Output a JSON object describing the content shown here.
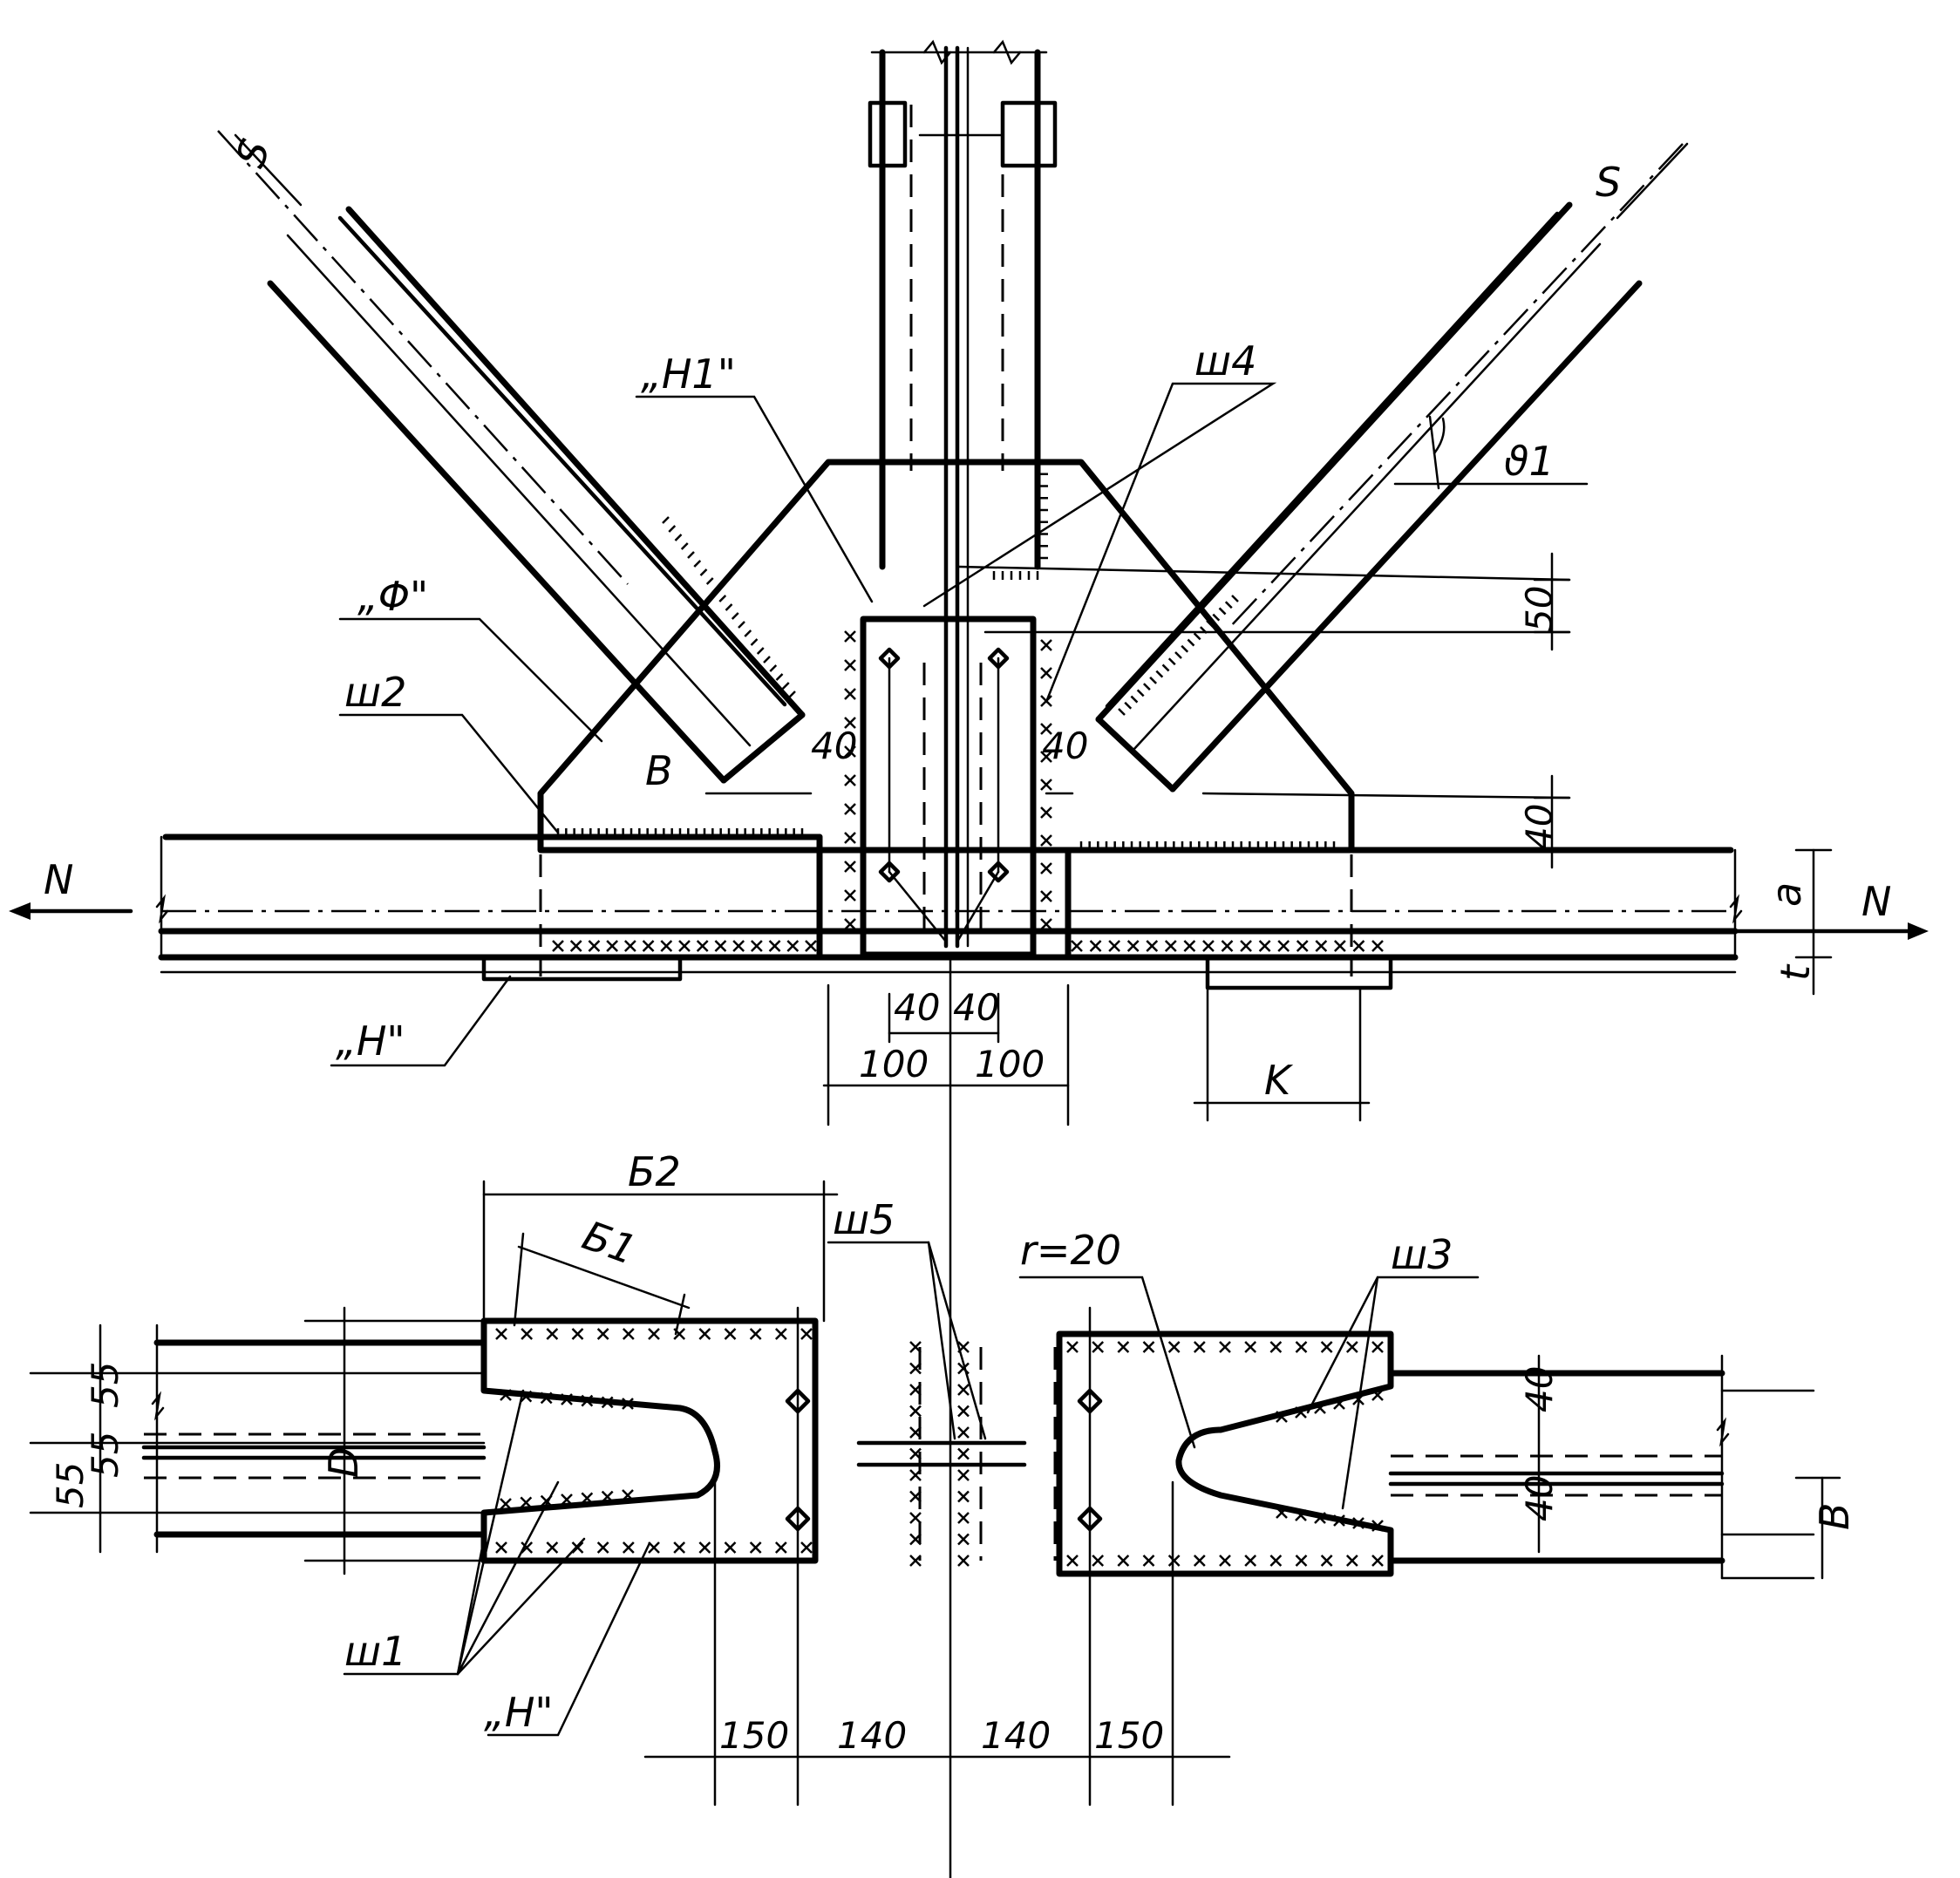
{
  "labels": {
    "S_left": "S",
    "S_right": "S",
    "H1": "„H1\"",
    "sh4": "ш4",
    "theta1": "ϑ1",
    "F": "„Φ\"",
    "sh2": "ш2",
    "B_upper": "В",
    "N_left": "N",
    "N_right": "N",
    "H_upper": "„H\"",
    "K": "K",
    "a": "a",
    "t": "t",
    "B2": "Б2",
    "B1": "Б1",
    "sh5": "ш5",
    "r20": "r=20",
    "sh3": "ш3",
    "sh1": "ш1",
    "H_lower": "„H\"",
    "D": "D",
    "B_lower": "В"
  },
  "dimensions": {
    "d50": "50",
    "d40_right": "40",
    "d40_gusset_left": "40",
    "d40_gusset_right": "40",
    "d40_a": "40",
    "d40_b": "40",
    "d100_a": "100",
    "d100_b": "100",
    "d55_a": "55",
    "d55_b": "55",
    "d55_c": "55",
    "d40_plan_top": "40",
    "d40_plan_bottom": "40",
    "d150_a": "150",
    "d140_a": "140",
    "d140_b": "140",
    "d150_b": "150"
  }
}
